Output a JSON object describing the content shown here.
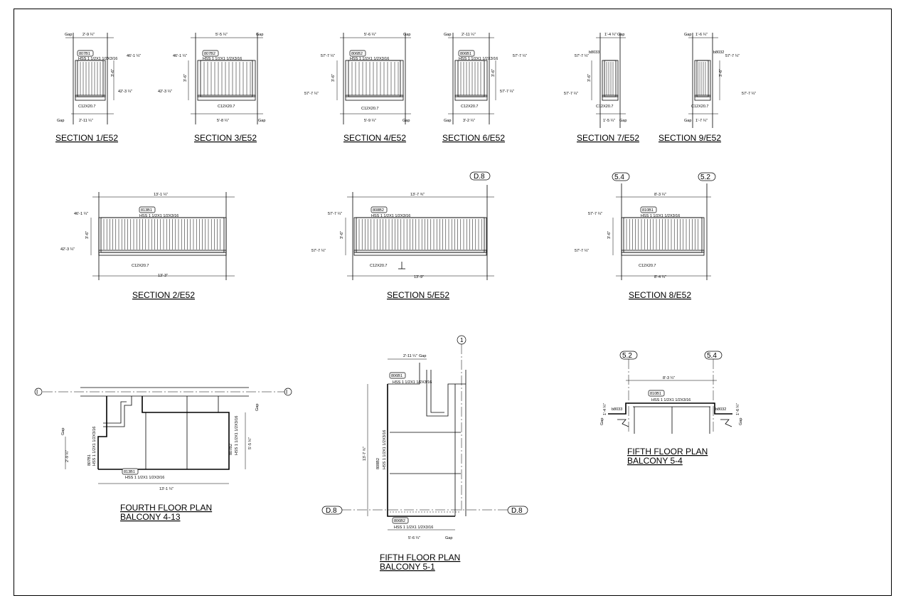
{
  "sections": [
    {
      "title": "SECTION 1/E52",
      "tag": "807B1",
      "member": "HSS 1 1/2X1 1/2X3/16",
      "channel": "C12X20.7",
      "top_dim": "2'-9 ¼\"",
      "bot_dim": "2'-11 ¼\""
    },
    {
      "title": "SECTION 3/E52",
      "tag": "807B2",
      "member": "HSS 1 1/2X1 1/2X3/16",
      "channel": "C12X20.7",
      "top_dim": "5'-5 ¼\"",
      "bot_dim": "5'-8 ¼\""
    },
    {
      "title": "SECTION 4/E52",
      "tag": "806B2",
      "member": "HSS 1 1/2X1 1/2X3/16",
      "channel": "C12X20.7",
      "top_dim": "5'-6 ¼\"",
      "bot_dim": "5'-9 ¼\""
    },
    {
      "title": "SECTION 6/E52",
      "tag": "806B1",
      "member": "HSS 1 1/2X1 1/2X3/16",
      "channel": "C12X20.7",
      "top_dim": "2'-11 ¼\"",
      "bot_dim": "3'-2 ¼\""
    },
    {
      "title": "SECTION 7/E52",
      "tag": "b8033",
      "member": "",
      "channel": "C12X20.7",
      "top_dim": "1'-4 ¼\"",
      "bot_dim": "1'-5 ¼\""
    },
    {
      "title": "SECTION 9/E52",
      "tag": "b8032",
      "member": "",
      "channel": "C12X20.7",
      "top_dim": "1'-6 ¼\"",
      "bot_dim": "1'-7 ¼\""
    },
    {
      "title": "SECTION 2/E52",
      "tag": "813B1",
      "member": "HSS 1 1/2X1 1/2X3/16",
      "channel": "C12X20.7",
      "top_dim": "13'-1 ¼\"",
      "bot_dim": "13'-3\""
    },
    {
      "title": "SECTION 5/E52",
      "tag": "808B2",
      "member": "HSS 1 1/2X1 1/2X3/16",
      "channel": "C12X20.7",
      "top_dim": "13'-7 ¾\"",
      "bot_dim": "13'-9\"",
      "grid": "D.8"
    },
    {
      "title": "SECTION 8/E52",
      "tag": "810B1",
      "member": "HSS 1 1/2X1 1/2X3/16",
      "channel": "C12X20.7",
      "top_dim": "8'-3 ¼\"",
      "bot_dim": "8'-4 ¼\"",
      "grid_left": "5.4",
      "grid_right": "5.2"
    }
  ],
  "common": {
    "gap": "Gap",
    "height": "3'-6\"",
    "el1": "42'-3 ¼\"",
    "el2": "57'-7 ¼\"",
    "el3": "46'-1 ¼\"",
    "q": "¼\"",
    "tq": "3 ¼\""
  },
  "plans": [
    {
      "title1": "FOURTH FLOOR PLAN",
      "title2": "BALCONY 4-13",
      "tag_main": "813B1",
      "member": "HSS 1 1/2X1 1/2X3/16",
      "tag_side_l": "807B1",
      "tag_side_r": "807B2",
      "dim": "13'-1 ¼\"",
      "side_dim": "5'-5 ¼\"",
      "side_dim_l": "2'-9 ¼\"",
      "grid": "I"
    },
    {
      "title1": "FIFTH FLOOR PLAN",
      "title2": "BALCONY 5-1",
      "tag_top": "806B1",
      "tag_side": "808B2",
      "tag_bot": "806B2",
      "member": "HSS 1 1/2X1 1/2X3/16",
      "top_dim": "2'-11 ¼\"",
      "long_dim": "13'-7 ¾\"",
      "bot_dim": "5'-6 ¼\"",
      "grid_top": "1",
      "grid": "D.8"
    },
    {
      "title1": "FIFTH FLOOR PLAN",
      "title2": "BALCONY 5-4",
      "tag_main": "810B1",
      "member": "HSS 1 1/2X1 1/2X3/16",
      "tag_l": "b8033",
      "tag_r": "b8032",
      "dim": "8'-3 ¼\"",
      "side_dim": "1'-6 ¼\"",
      "side_dim_l": "1'-4 ¼\"",
      "grid_l": "5.2",
      "grid_r": "5.4"
    }
  ]
}
